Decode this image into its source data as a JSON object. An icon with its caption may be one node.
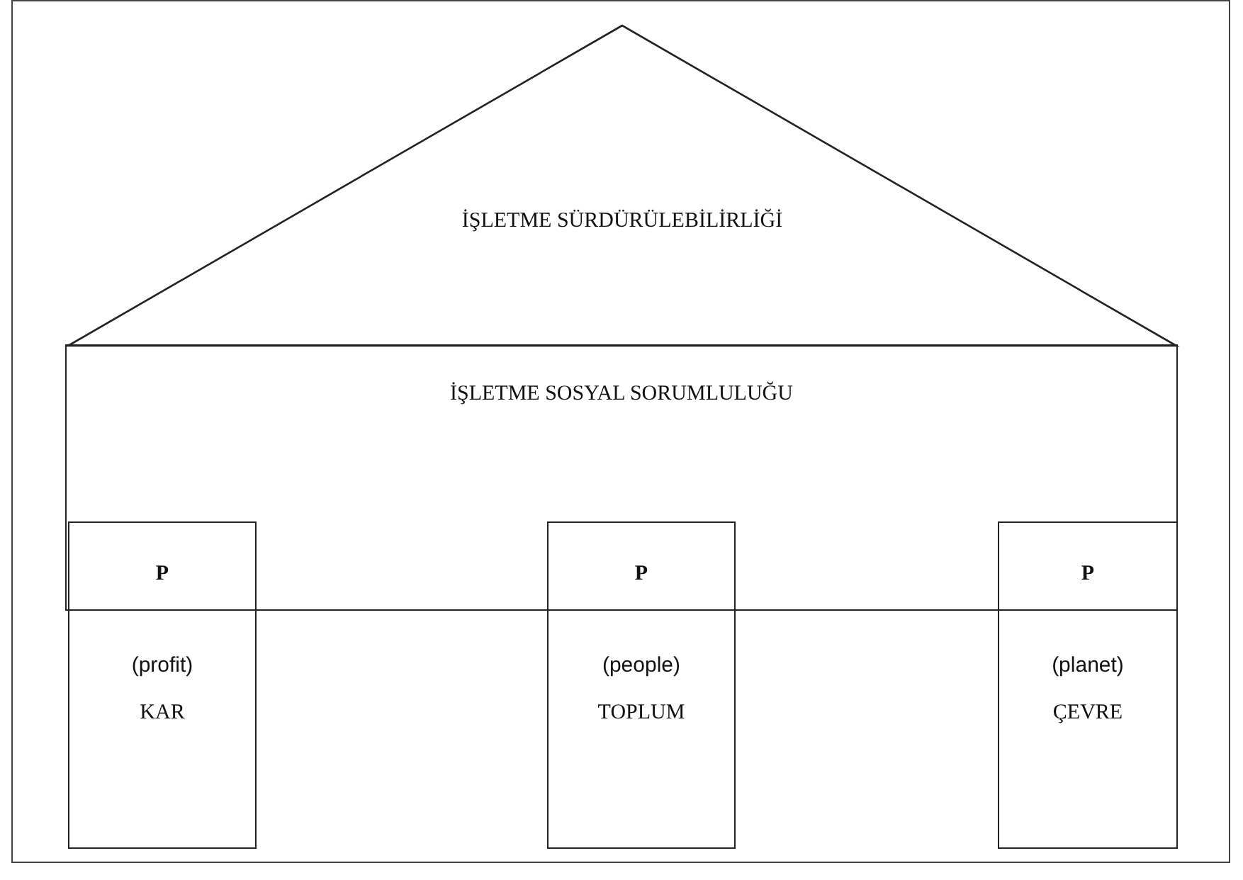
{
  "diagram": {
    "nodes": [
      {
        "text": [
          "İŞLETME SÜRDÜRÜLEBİLİRLİĞİ"
        ]
      },
      {
        "text": [
          "İŞLETME SOSYAL SORUMLULUĞU"
        ]
      },
      {
        "text": [
          "P",
          "(profit)",
          "KAR"
        ]
      },
      {
        "text": [
          "P",
          "(people)",
          "TOPLUM"
        ]
      },
      {
        "text": [
          "P",
          "(planet)",
          "ÇEVRE"
        ]
      }
    ],
    "edges": []
  }
}
